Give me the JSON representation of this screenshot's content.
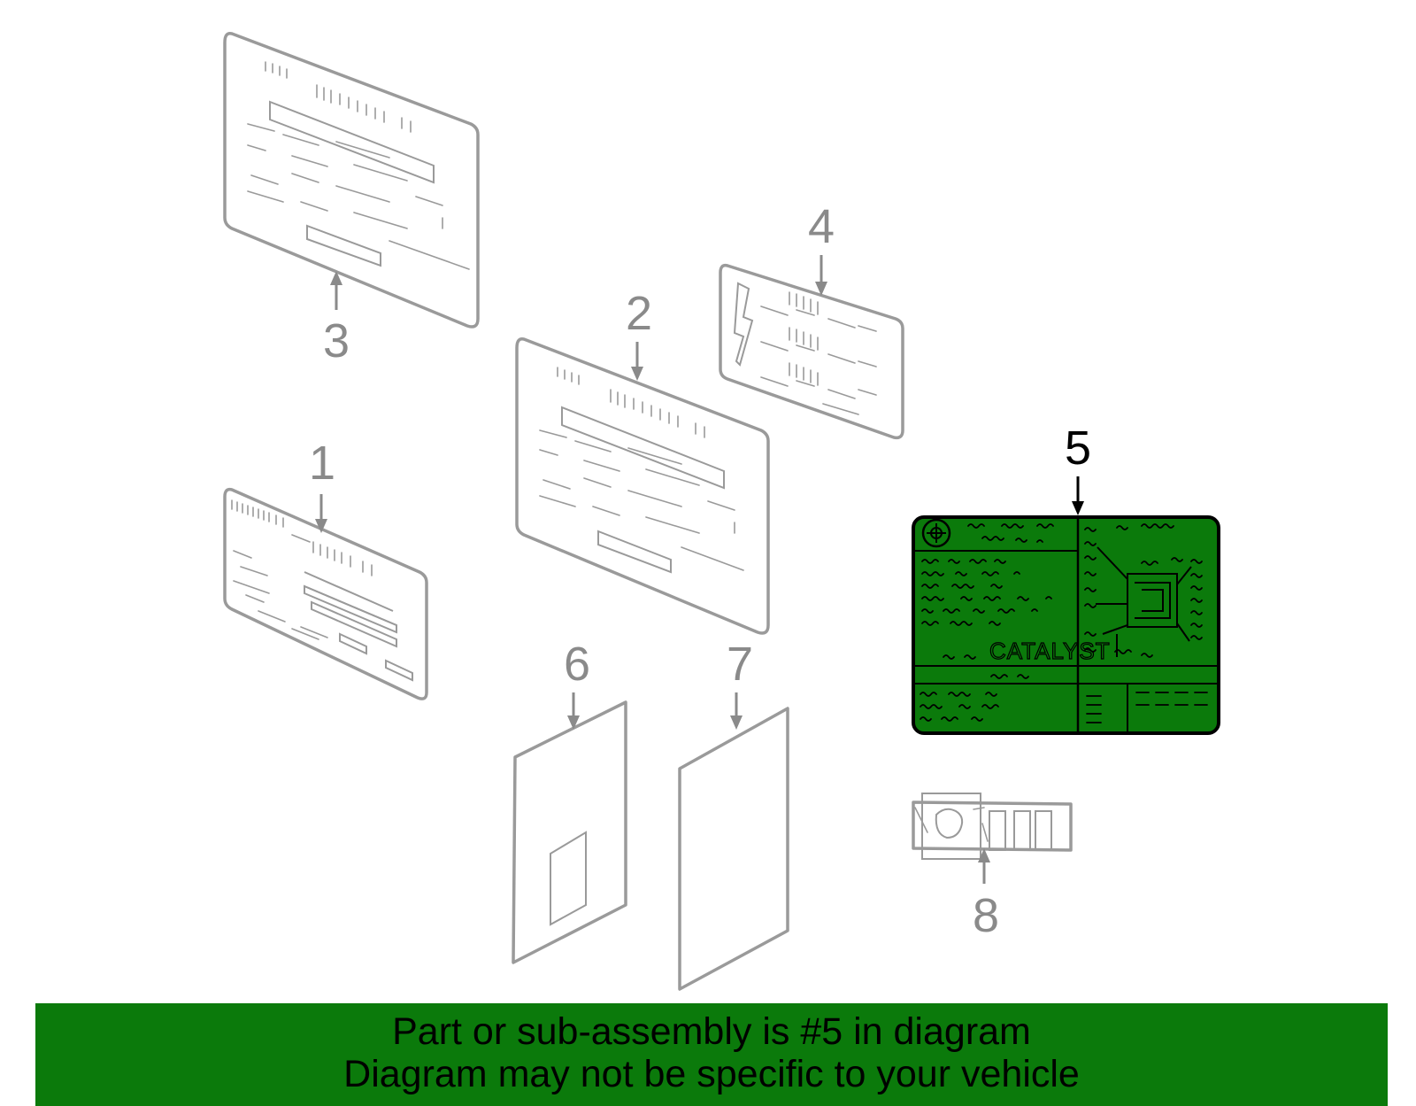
{
  "diagram": {
    "callouts": [
      "1",
      "2",
      "3",
      "4",
      "5",
      "6",
      "7",
      "8"
    ],
    "highlighted_callout": "5",
    "label_5_text": "CATALYST",
    "colors": {
      "highlight_fill": "#0b7a0b",
      "line_grey": "#9a9a9a",
      "banner_fill": "#0b7a0b"
    }
  },
  "banner": {
    "line1": "Part or sub-assembly is #5 in diagram",
    "line2": "Diagram may not be specific to your vehicle"
  }
}
